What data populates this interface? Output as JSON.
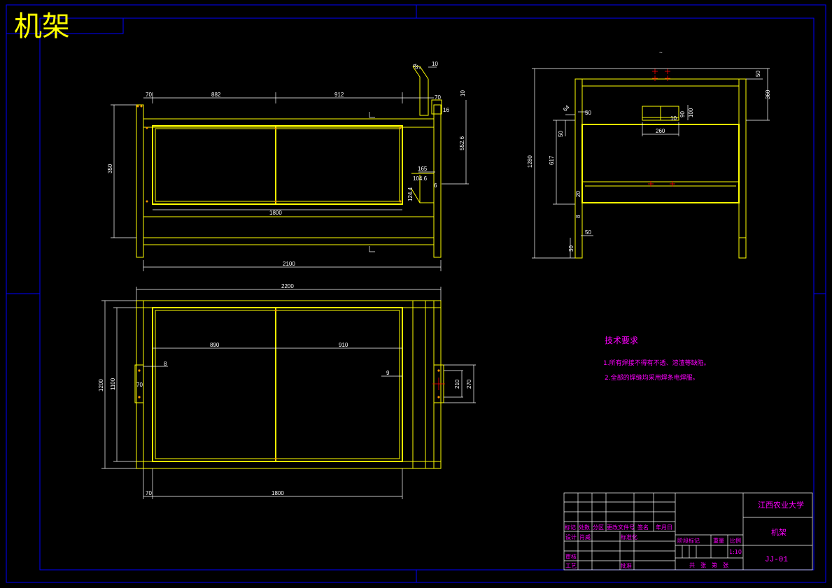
{
  "drawing_title": "机架",
  "technical_requirements": {
    "title": "技术要求",
    "items": [
      "1.所有焊接不得有不透、溶渣等缺陷。",
      "2.全部的焊缝均采用焊条电焊服。"
    ]
  },
  "front_view_dims": {
    "top_left_70": "70",
    "span_882": "882",
    "span_912": "912",
    "inner_1800": "1800",
    "overall_2100": "2100",
    "height_350": "350",
    "bracket_45": "45°",
    "bracket_10": "10",
    "bracket_70": "70",
    "bracket_10b": "10",
    "bracket_16": "16",
    "height_552": "552.6",
    "detail_165": "165",
    "detail_104": "104.6",
    "detail_124": "124.4",
    "detail_6": "6"
  },
  "side_view_dims": {
    "top_mark": "~",
    "h_50_top": "50",
    "h_360": "360",
    "bracket_64": "64",
    "w_50": "50",
    "h_90": "90",
    "h_100": "100",
    "w_10": "10",
    "w_260": "260",
    "h_50_left": "50",
    "h_1280": "1280",
    "h_617": "617",
    "h_20": "20",
    "h_8": "8",
    "w_50_bottom": "50",
    "h_30": "30"
  },
  "plan_view_dims": {
    "overall_2200": "2200",
    "span_890": "890",
    "span_910": "910",
    "depth_1200": "1200",
    "depth_1100": "1100",
    "left_70": "70",
    "left_8": "8",
    "right_9": "9",
    "right_210": "210",
    "right_270": "270",
    "bottom_70": "70",
    "bottom_1800": "1800"
  },
  "title_block": {
    "school": "江西农业大学",
    "part_name": "机架",
    "drawing_no": "JJ-01",
    "row1_labels": [
      "标记",
      "处数",
      "分区",
      "更改文件号",
      "签名",
      "年月日"
    ],
    "row2_labels": [
      "设计",
      "肖威",
      "标准化"
    ],
    "row3_labels": [
      "审核"
    ],
    "row4_labels": [
      "工艺",
      "批准"
    ],
    "stage_mark": "阶段标记",
    "weight": "重量",
    "scale_label": "比例",
    "scale_value": "1:10",
    "sheet_text": "共　张　第　张"
  },
  "colors": {
    "background": "#000000",
    "border": "#0000ff",
    "structure": "#ffff00",
    "dimension": "#ffffff",
    "text": "#ff00ff",
    "center_mark": "#ff0000"
  }
}
